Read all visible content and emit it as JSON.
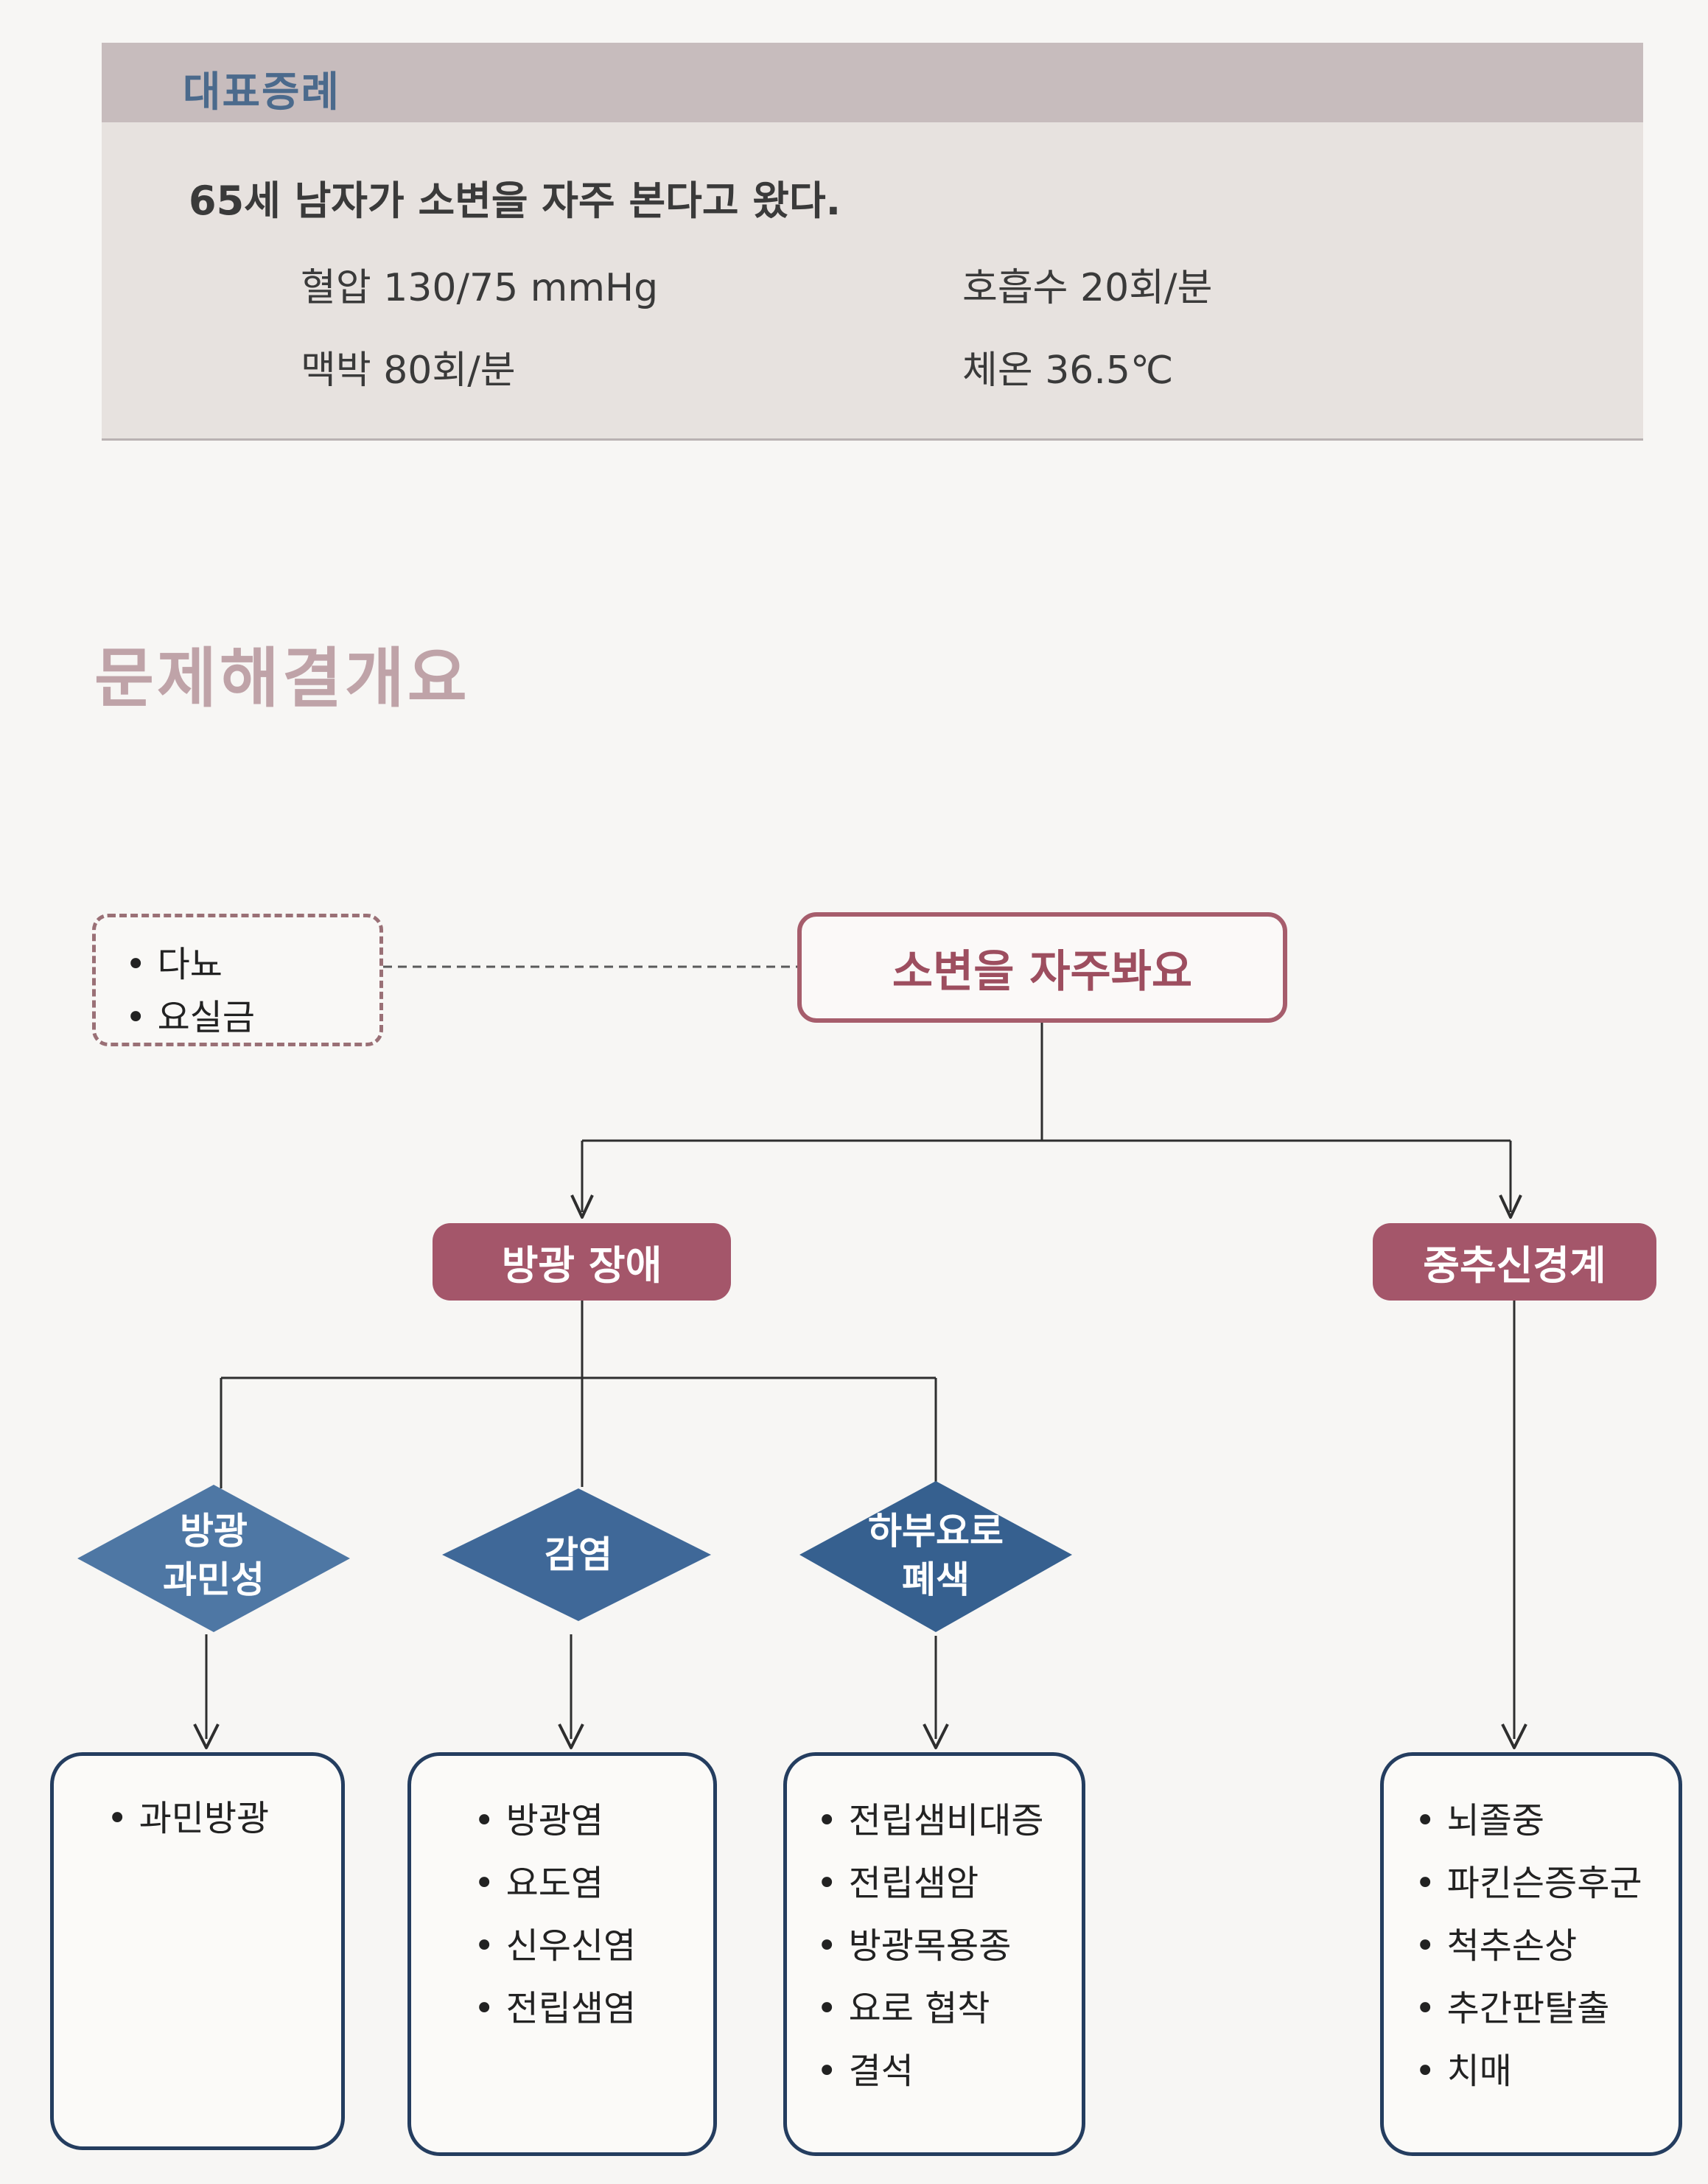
{
  "case": {
    "header": "대표증례",
    "statement": "65세 남자가 소변을 자주 본다고 왔다.",
    "vitals": [
      "혈압 130/75 mmHg",
      "호흡수 20회/분",
      "맥박 80회/분",
      "체온 36.5℃"
    ]
  },
  "section_title": "문제해결개요",
  "diagram": {
    "side_note": [
      "• 다뇨",
      "• 요실금"
    ],
    "main": "소변을 자주봐요",
    "categories": [
      "방광 장애",
      "중추신경계"
    ],
    "diamonds": [
      {
        "label_lines": [
          "방광",
          "과민성"
        ]
      },
      {
        "label_lines": [
          "감염"
        ]
      },
      {
        "label_lines": [
          "하부요로",
          "폐색"
        ]
      }
    ],
    "lists": [
      [
        "• 과민방광"
      ],
      [
        "• 방광염",
        "• 요도염",
        "• 신우신염",
        "• 전립샘염"
      ],
      [
        "• 전립샘비대증",
        "• 전립샘암",
        "• 방광목용종",
        "• 요로 협착",
        "• 결석"
      ],
      [
        "• 뇌졸중",
        "• 파킨슨증후군",
        "• 척추손상",
        "• 추간판탈출",
        "• 치매"
      ]
    ]
  },
  "colors": {
    "accent_red": "#a4566a",
    "accent_blue": "#456f9c",
    "dark_blue": "#243d5f"
  }
}
